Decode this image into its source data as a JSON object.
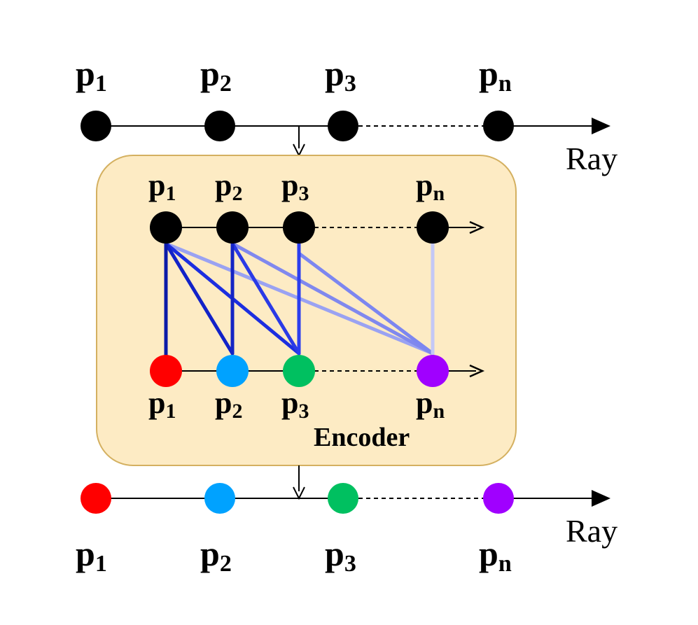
{
  "colors": {
    "black": "#000000",
    "red": "#ff0000",
    "blue": "#00a2ff",
    "green": "#00c060",
    "purple": "#a000ff",
    "encoder_fill": "#fdebc4",
    "encoder_stroke": "#d4b060",
    "attn_strong": "#0b1aa8",
    "attn_mid": "#1c2ee0",
    "attn_light": "#7c86f0",
    "attn_faint": "#c4c8f6"
  },
  "top_ray": {
    "points": [
      {
        "base": "p",
        "sub": "1"
      },
      {
        "base": "p",
        "sub": "2"
      },
      {
        "base": "p",
        "sub": "3"
      },
      {
        "base": "p",
        "sub": "n"
      }
    ],
    "label": "Ray"
  },
  "encoder": {
    "title": "Encoder",
    "input_points": [
      {
        "base": "p",
        "sub": "1"
      },
      {
        "base": "p",
        "sub": "2"
      },
      {
        "base": "p",
        "sub": "3"
      },
      {
        "base": "p",
        "sub": "n"
      }
    ],
    "output_points": [
      {
        "base": "p",
        "sub": "1"
      },
      {
        "base": "p",
        "sub": "2"
      },
      {
        "base": "p",
        "sub": "3"
      },
      {
        "base": "p",
        "sub": "n"
      }
    ]
  },
  "bottom_ray": {
    "points": [
      {
        "base": "p",
        "sub": "1"
      },
      {
        "base": "p",
        "sub": "2"
      },
      {
        "base": "p",
        "sub": "3"
      },
      {
        "base": "p",
        "sub": "n"
      }
    ],
    "label": "Ray"
  }
}
